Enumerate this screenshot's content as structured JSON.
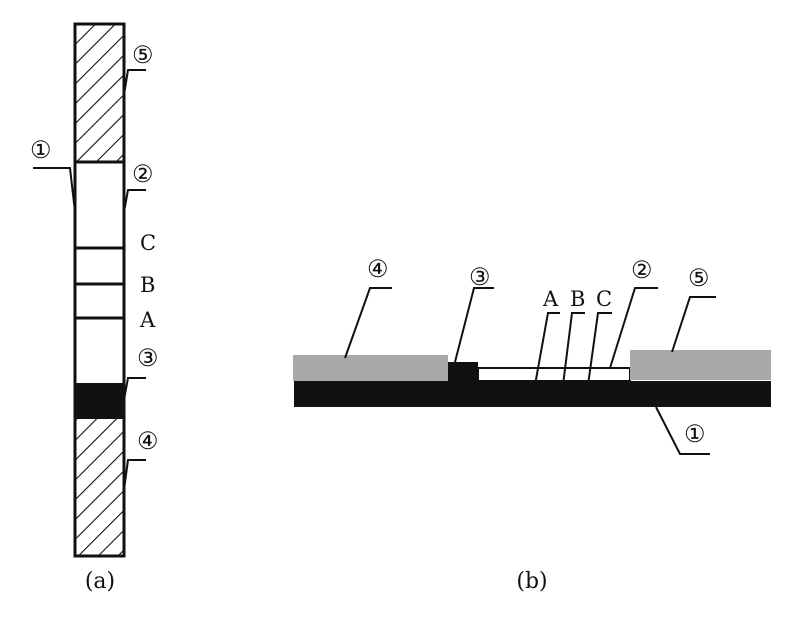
{
  "colors": {
    "ink": "#111111",
    "pad_gray": "#a8a8a8",
    "background": "#ffffff"
  },
  "panel_a": {
    "caption": "(a)",
    "callouts": {
      "c1": "①",
      "c2": "②",
      "c3": "③",
      "c4": "④",
      "c5": "⑤"
    },
    "lines": {
      "C": "C",
      "B": "B",
      "A": "A"
    }
  },
  "panel_b": {
    "caption": "(b)",
    "callouts": {
      "c1": "①",
      "c2": "②",
      "c3": "③",
      "c4": "④",
      "c5": "⑤"
    },
    "lines": {
      "A": "A",
      "B": "B",
      "C": "C"
    }
  }
}
